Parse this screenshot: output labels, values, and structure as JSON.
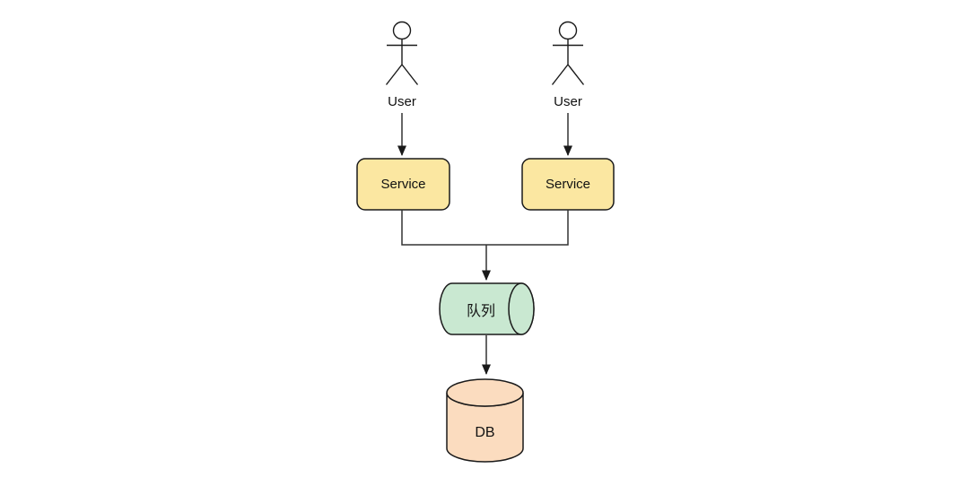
{
  "diagram": {
    "actors": [
      {
        "label": "User"
      },
      {
        "label": "User"
      }
    ],
    "services": [
      {
        "label": "Service"
      },
      {
        "label": "Service"
      }
    ],
    "queue": {
      "label": "队列"
    },
    "database": {
      "label": "DB"
    }
  },
  "colors": {
    "background": "#FFFFFF",
    "service_fill": "#FBE7A1",
    "queue_fill": "#C9E8D1",
    "db_fill": "#FBDCBF",
    "shape_stroke": "#1A1A1A",
    "connector_line": "#333333",
    "text": "#111111"
  }
}
